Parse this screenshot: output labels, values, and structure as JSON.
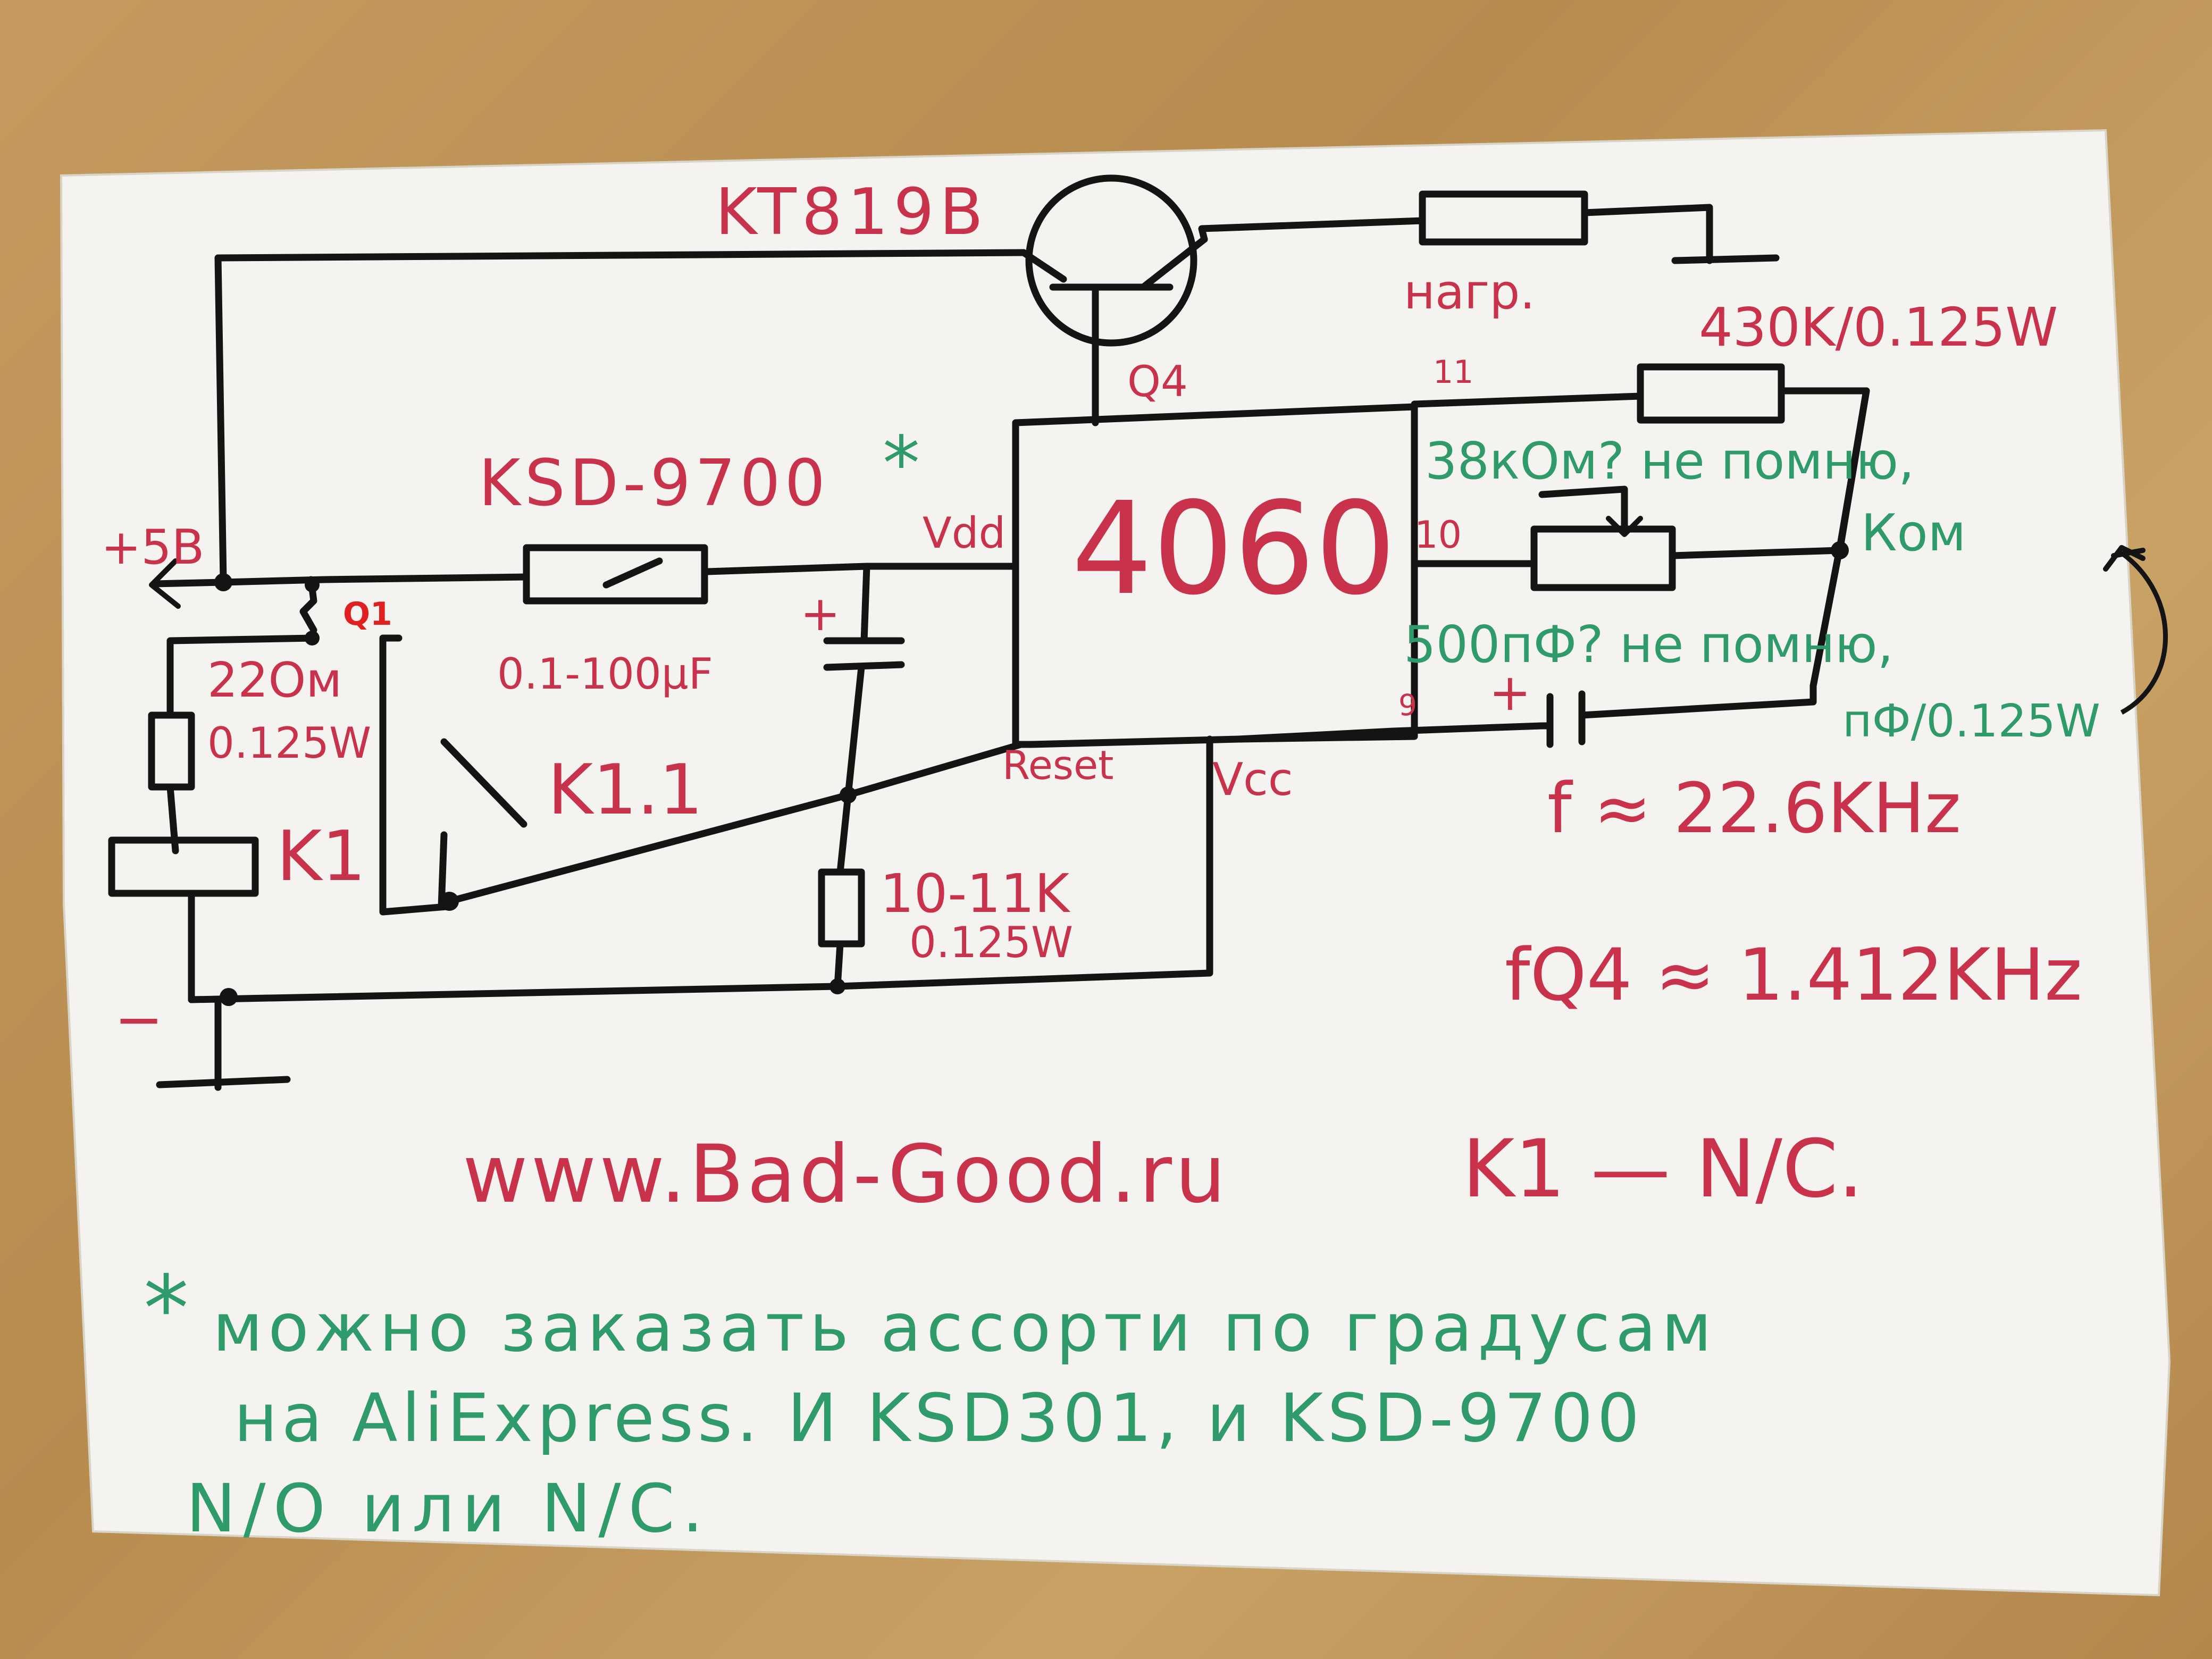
{
  "labels": {
    "transistor": "KT819B",
    "load": "нагр.",
    "r_feedback": "430K/0.125W",
    "pin11": "11",
    "pin10": "10",
    "pin9": "9",
    "q4_pin": "Q4",
    "pot_text": "38кОм? не помню,",
    "pot_text2": "Ком",
    "cap_text": "500пФ? не помню,",
    "cap_text2": "пФ/0.125W",
    "freq1": "f ≈ 22.6KHz",
    "freq2": "fQ4 ≈ 1.412KHz",
    "ksd": "KSD-9700",
    "ksd_star": "*",
    "vdd": "Vdd",
    "chip": "4060",
    "plus5v": "+5B",
    "q1": "Q1",
    "cap_timer": "0.1-100μF",
    "plus": "+",
    "r_relay": "22Ом",
    "r_relay_w": "0.125W",
    "relay": "K1",
    "relay_contact": "K1.1",
    "reset": "Reset",
    "vcc": "Vcc",
    "r_reset": "10-11K",
    "r_reset_w": "0.125W",
    "minus": "−",
    "website": "www.Bad-Good.ru",
    "k1_nc": "K1 — N/C.",
    "note_star": "*",
    "note1": "можно заказать ассорти по градусам",
    "note2": "на AliExpress. И KSD301, и KSD-9700",
    "note3": "N/O или N/C."
  }
}
